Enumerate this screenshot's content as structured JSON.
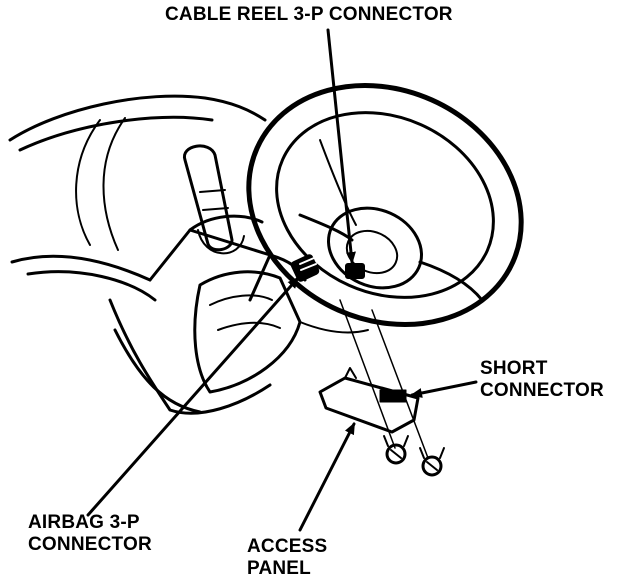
{
  "figure": {
    "background": "#ffffff",
    "ink": "#000000"
  },
  "labels": {
    "cable_reel": "CABLE REEL 3-P CONNECTOR",
    "short_connector": [
      "SHORT",
      "CONNECTOR"
    ],
    "airbag": [
      "AIRBAG 3-P",
      "CONNECTOR"
    ],
    "access_panel": [
      "ACCESS",
      "PANEL"
    ]
  }
}
